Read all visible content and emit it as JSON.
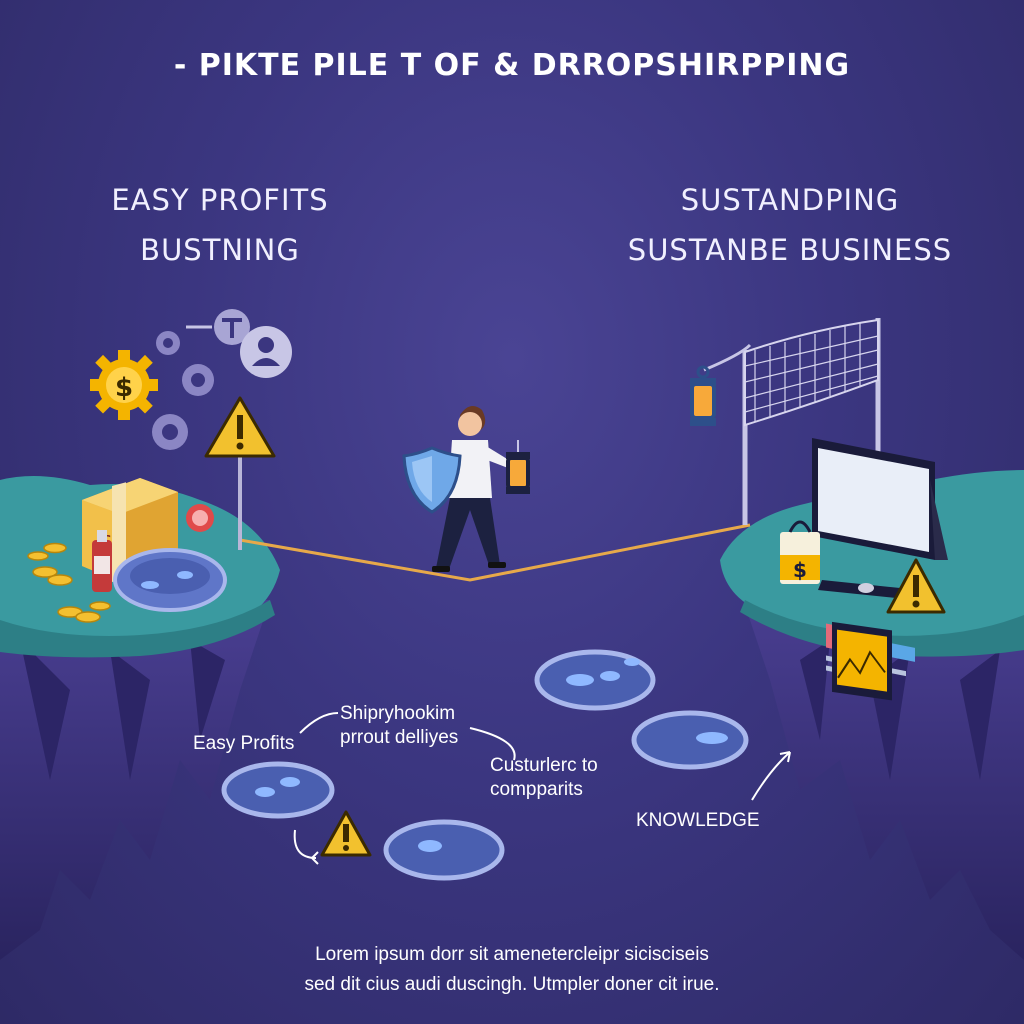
{
  "title": "- PIKTE PILE T  OF & DRROPSHIRPPING",
  "left_heading": {
    "line1": "EASY  PROFITS",
    "line2": "BUSTNING"
  },
  "right_heading": {
    "line1": "SUSTANDPING",
    "line2": "SUSTANBE BUSINESS"
  },
  "labels": {
    "easy_profits": "Easy Profits",
    "shipping_line1": "Shipryhookim",
    "shipping_line2": "prrout delliyes",
    "customer_line1": "Custurlerc to",
    "customer_line2": "compparits",
    "knowledge": "KNOWLEDGE"
  },
  "box_label": "$",
  "coin_symbol": "$",
  "gear_symbol": "$",
  "caption": {
    "line1": "Lorem ipsum dorr sit amenetercleipr sicisciseis",
    "line2": "sed dit cius audi duscingh. Utmpler doner cit irue."
  },
  "icons": [
    "dollar-gear-icon",
    "gear-icon",
    "person-circle-icon",
    "warning-icon",
    "shield-icon",
    "lantern-icon",
    "net-icon",
    "monitor-icon",
    "bag-icon",
    "trap-icon",
    "box-icon"
  ],
  "colors": {
    "background": "#3b3680",
    "cliff": "#3a9aa0",
    "rope": "#e7a94a",
    "warning": "#f2c12e",
    "accent_gold": "#f4b400"
  }
}
